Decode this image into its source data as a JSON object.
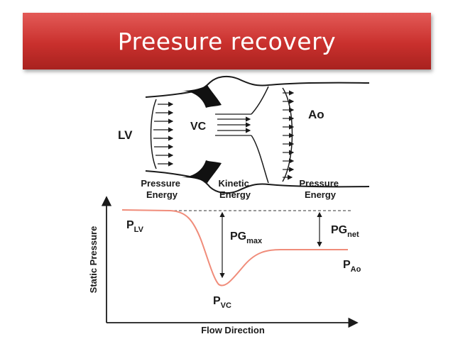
{
  "slide": {
    "title": "Preesure recovery"
  },
  "vessel": {
    "lv": "LV",
    "vc": "VC",
    "ao": "Ao"
  },
  "chart": {
    "headings": {
      "pressure_energy_1": [
        "Pressure",
        "Energy"
      ],
      "kinetic_energy": [
        "Kinetic",
        "Energy"
      ],
      "pressure_energy_2": [
        "Pressure",
        "Energy"
      ]
    },
    "ylabel": "Static Pressure",
    "xlabel": "Flow Direction",
    "labels": {
      "p_lv": {
        "main": "P",
        "sub": "LV"
      },
      "p_vc": {
        "main": "P",
        "sub": "VC"
      },
      "p_ao": {
        "main": "P",
        "sub": "Ao"
      },
      "pg_max": {
        "main": "PG",
        "sub": "max"
      },
      "pg_net": {
        "main": "PG",
        "sub": "net"
      }
    },
    "colors": {
      "curve": "#f08c7a",
      "axis": "#1a1a1a"
    }
  }
}
